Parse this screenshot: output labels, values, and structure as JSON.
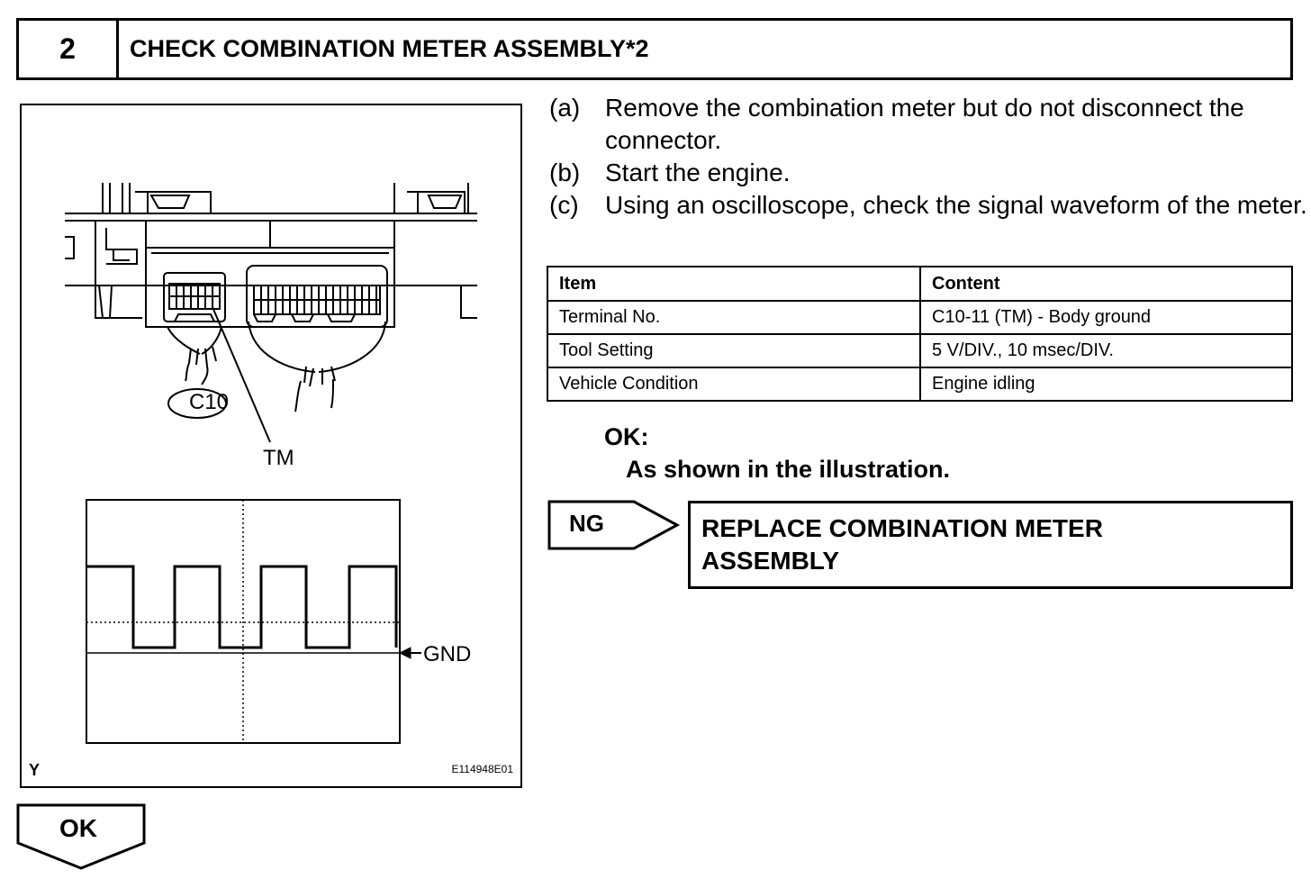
{
  "step": {
    "number": "2",
    "title": "CHECK COMBINATION METER ASSEMBLY*2"
  },
  "figure": {
    "connector_label": "C10",
    "terminal_label": "TM",
    "ground_label": "GND",
    "corner_label": "Y",
    "figure_code": "E114948E01"
  },
  "instructions": [
    {
      "letter": "(a)",
      "text": "Remove the combination meter but do not disconnect the connector."
    },
    {
      "letter": "(b)",
      "text": "Start the engine."
    },
    {
      "letter": "(c)",
      "text": "Using an oscilloscope, check the signal waveform of the meter."
    }
  ],
  "spec_table": {
    "headers": [
      "Item",
      "Content"
    ],
    "rows": [
      [
        "Terminal No.",
        "C10-11 (TM) - Body ground"
      ],
      [
        "Tool Setting",
        "5 V/DIV., 10 msec/DIV."
      ],
      [
        "Vehicle Condition",
        "Engine idling"
      ]
    ]
  },
  "result": {
    "ok_heading": "OK:",
    "ok_text": "As shown in the illustration."
  },
  "ng_branch": {
    "label": "NG",
    "action": "REPLACE COMBINATION METER ASSEMBLY"
  },
  "ok_branch": {
    "label": "OK"
  }
}
